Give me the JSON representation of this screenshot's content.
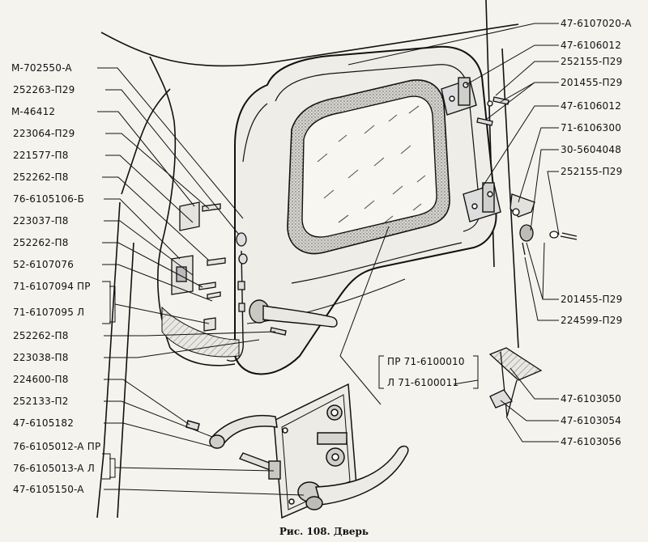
{
  "figure": {
    "caption": "Рис. 108. Дверь",
    "labels_left": [
      "M-702550-A",
      "252263-П29",
      "M-46412",
      "223064-П29",
      "221577-П8",
      "252262-П8",
      "76-6105106-Б",
      "223037-П8",
      "252262-П8",
      "52-6107076",
      "71-6107094 ПР",
      "71-6107095  Л",
      "252262-П8",
      "223038-П8",
      "224600-П8",
      "252133-П2",
      "47-6105182",
      "76-6105012-A ПР",
      "76-6105013-A  Л",
      "47-6105150-A"
    ],
    "labels_right": [
      "47-6107020-A",
      "47-6106012",
      "252155-П29",
      "201455-П29",
      "47-6106012",
      "71-6106300",
      "30-5604048",
      "252155-П29",
      "201455-П29",
      "224599-П29",
      "47-6103050",
      "47-6103054",
      "47-6103056"
    ],
    "labels_center": [
      "ПР 71-6100010",
      "Л   71-6100011"
    ]
  },
  "colors": {
    "ink": "#111111",
    "paper": "#f4f3ee",
    "seal": "#9a9a96"
  }
}
